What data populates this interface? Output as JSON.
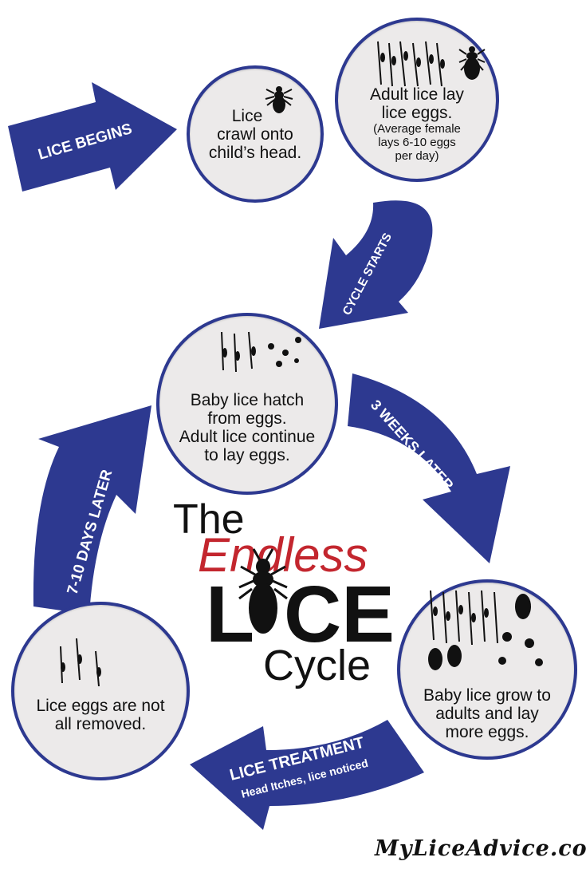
{
  "arrows": {
    "lice_begins": "LICE BEGINS",
    "cycle_starts": "CYCLE STARTS",
    "three_weeks": "3 WEEKS LATER",
    "treatment_main": "LICE TREATMENT",
    "treatment_sub": "Head Itches, lice noticed",
    "seven_ten_days": "7-10 DAYS LATER"
  },
  "circles": {
    "crawl": {
      "line1": "Lice",
      "line2": "crawl onto",
      "line3": "child’s head."
    },
    "lay": {
      "line1": "Adult lice lay",
      "line2": "lice eggs.",
      "note1": "(Average female",
      "note2": "lays 6-10 eggs",
      "note3": "per day)"
    },
    "hatch": {
      "line1": "Baby lice hatch",
      "line2": "from eggs.",
      "line3": "Adult lice continue",
      "line4": "to lay eggs."
    },
    "grow": {
      "line1": "Baby lice grow to",
      "line2": "adults and lay",
      "line3": "more eggs."
    },
    "removed": {
      "line1": "Lice eggs are not",
      "line2": "all removed."
    }
  },
  "title": {
    "the": "The",
    "endless": "Endless",
    "lice_l": "L",
    "lice_ce": "CE",
    "cycle": "Cycle"
  },
  "credit": "MyLiceAdvice.com",
  "colors": {
    "arrow": "#2d3990",
    "circle_fill": "#eceaea",
    "accent_red": "#c3262e"
  },
  "icons": [
    "louse-icon",
    "nit-icon",
    "hair-strand-icon",
    "arrow-icon"
  ]
}
